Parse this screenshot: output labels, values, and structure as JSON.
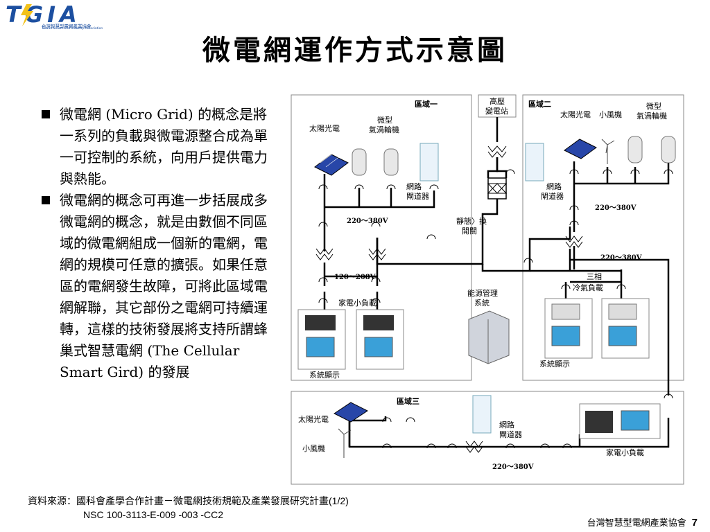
{
  "logo": {
    "text": "TGIA",
    "subtitle": "台灣智慧型電網產業協會",
    "subtitle_en": "Taiwan Smart Grid Industry Association"
  },
  "title": "微電網運作方式示意圖",
  "bullets": [
    "微電網 (Micro Grid) 的概念是將一系列的負載與微電源整合成為單一可控制的系統，向用戶提供電力與熱能。",
    "微電網的概念可再進一步括展成多微電網的概念，就是由數個不同區域的微電網組成一個新的電網，電網的規模可任意的擴張。如果任意區的電網發生故障，可將此區域電網解聯，其它部份之電網可持續運轉，這樣的技術發展將支持所謂蜂巢式智慧電網 (The Cellular Smart Gird) 的發展"
  ],
  "diagram": {
    "substation": [
      "高壓",
      "變電站"
    ],
    "static_switch": [
      "靜態〉換",
      "開關"
    ],
    "ems": [
      "能源管理",
      "系統"
    ],
    "zone1": {
      "label": "區域一",
      "solar": "太陽光電",
      "turbine": [
        "微型",
        "氣渦輪機"
      ],
      "gateway": [
        "網路",
        "閘道器"
      ],
      "voltage_main": "220～380V",
      "voltage_low": "120～208V",
      "load": "家電小負載",
      "display": "系統顯示"
    },
    "zone2": {
      "label": "區域二",
      "solar": "太陽光電",
      "wind": "小風機",
      "turbine": [
        "微型",
        "氣渦輪機"
      ],
      "gateway": [
        "網路",
        "閘道器"
      ],
      "voltage_main": "220～380V",
      "voltage_low": "220～380V",
      "load": [
        "三相",
        "冷氣負載"
      ],
      "display": "系統顯示"
    },
    "zone3": {
      "label": "區域三",
      "solar": "太陽光電",
      "wind": "小風機",
      "gateway": [
        "網路",
        "閘道器"
      ],
      "voltage": "220～380V",
      "load": "家電小負載"
    }
  },
  "source": {
    "line1": "資料來源：國科會產學合作計畫－微電網技術規範及產業發展研究計畫(1/2)",
    "line2": "NSC 100-3113-E-009 -003 -CC2"
  },
  "footer": {
    "org": "台灣智慧型電網產業協會",
    "page": "7"
  },
  "colors": {
    "logo_blue": "#1c4fa0",
    "logo_bolt": "#f2c21b",
    "diagram_line": "#000000",
    "box_border": "#888888"
  }
}
